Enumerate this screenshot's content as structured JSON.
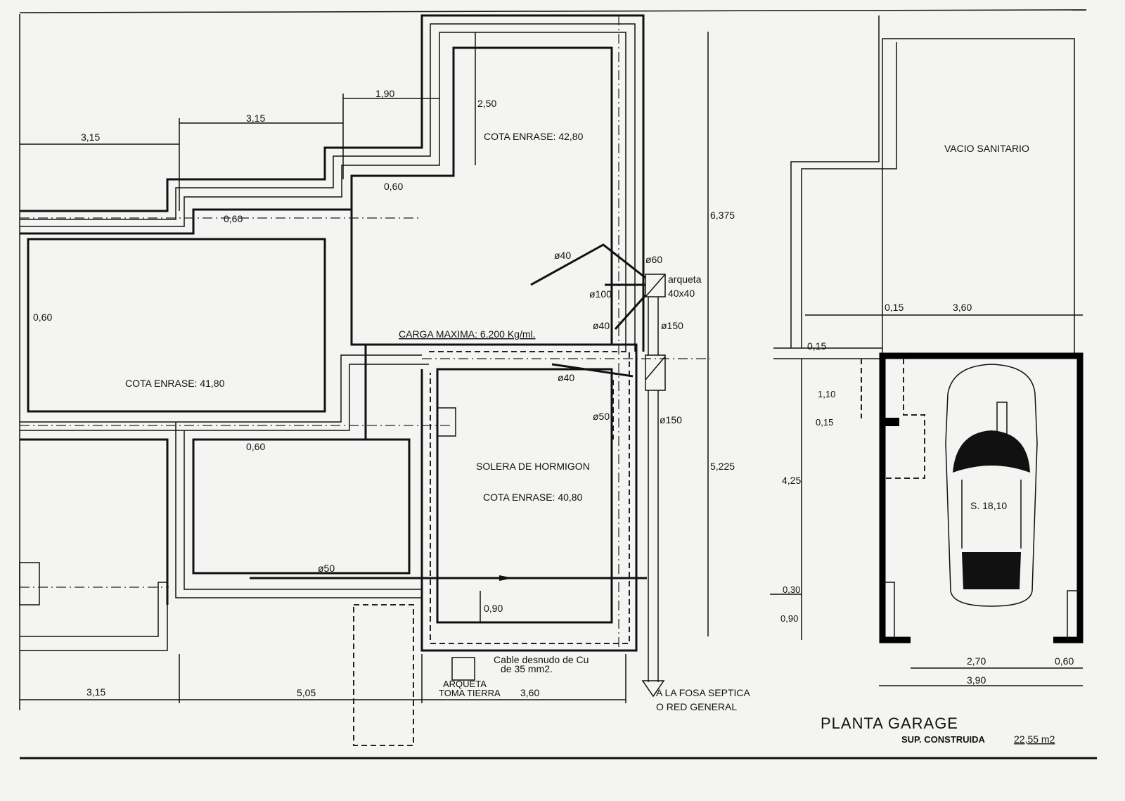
{
  "title": "PLANTA GARAGE",
  "surface": {
    "label": "SUP. CONSTRUIDA",
    "value": "22,55 m2"
  },
  "rooms": {
    "upper": "COTA ENRASE: 42,80",
    "left": "COTA ENRASE: 41,80",
    "solera": "SOLERA DE HORMIGON",
    "solera_cota": "COTA ENRASE: 40,80",
    "vacio": "VACIO SANITARIO",
    "garage_area": "S. 18,10"
  },
  "notes": {
    "carga": "CARGA MAXIMA: 6.200 Kg/ml.",
    "arqueta": "arqueta",
    "arqueta_size": "40x40",
    "cable_1": "Cable desnudo de Cu",
    "cable_2": "de 35 mm2.",
    "toma_1": "ARQUETA",
    "toma_2": "TOMA TIERRA",
    "fosa_1": "A LA FOSA SEPTICA",
    "fosa_2": "O RED GENERAL"
  },
  "pipes": {
    "p40a": "ø40",
    "p60": "ø60",
    "p100": "ø100",
    "p40b": "ø40",
    "p150a": "ø150",
    "p40c": "ø40",
    "p50a": "ø50",
    "p150b": "ø150",
    "p50b": "ø50"
  },
  "dimensions": {
    "d315a": "3,15",
    "d315b": "3,15",
    "d190": "1,90",
    "d250": "2,50",
    "d060a": "0,60",
    "d060b": "0,60",
    "d060c": "0,60",
    "d060d": "0,60",
    "d6375": "6,375",
    "d5225": "5,225",
    "d090a": "0,90",
    "d315c": "3,15",
    "d505": "5,05",
    "d360a": "3,60",
    "d015a": "0,15",
    "d360b": "3,60",
    "d015b": "0,15",
    "d110": "1,10",
    "d015c": "0,15",
    "d425": "4,25",
    "d030": "0,30",
    "d090b": "0,90",
    "d270": "2,70",
    "d060e": "0,60",
    "d390": "3,90"
  }
}
